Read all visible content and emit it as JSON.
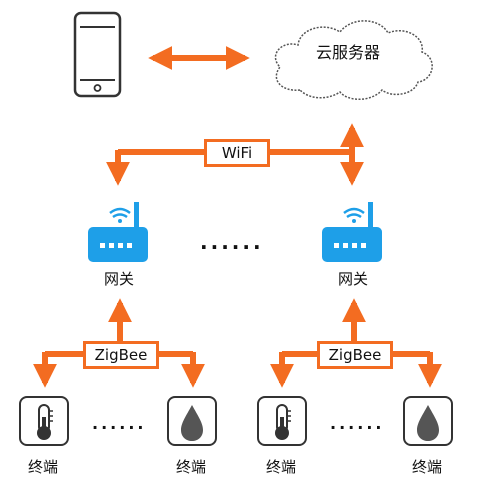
{
  "cloud": {
    "label": "云服务器"
  },
  "links": {
    "wifi_label": "WiFi",
    "zigbee_label": "ZigBee"
  },
  "gateways": [
    {
      "label": "网关"
    },
    {
      "label": "网关"
    }
  ],
  "terminals": [
    {
      "label": "终端",
      "icon": "thermometer-icon"
    },
    {
      "label": "终端",
      "icon": "water-drop-icon"
    },
    {
      "label": "终端",
      "icon": "thermometer-icon"
    },
    {
      "label": "终端",
      "icon": "water-drop-icon"
    }
  ],
  "ellipsis": {
    "gateways": "......",
    "left_terminals": "......",
    "right_terminals": "......"
  },
  "colors": {
    "arrow": "#f36c21",
    "device_blue": "#1e9fe8",
    "outline": "#333333"
  }
}
